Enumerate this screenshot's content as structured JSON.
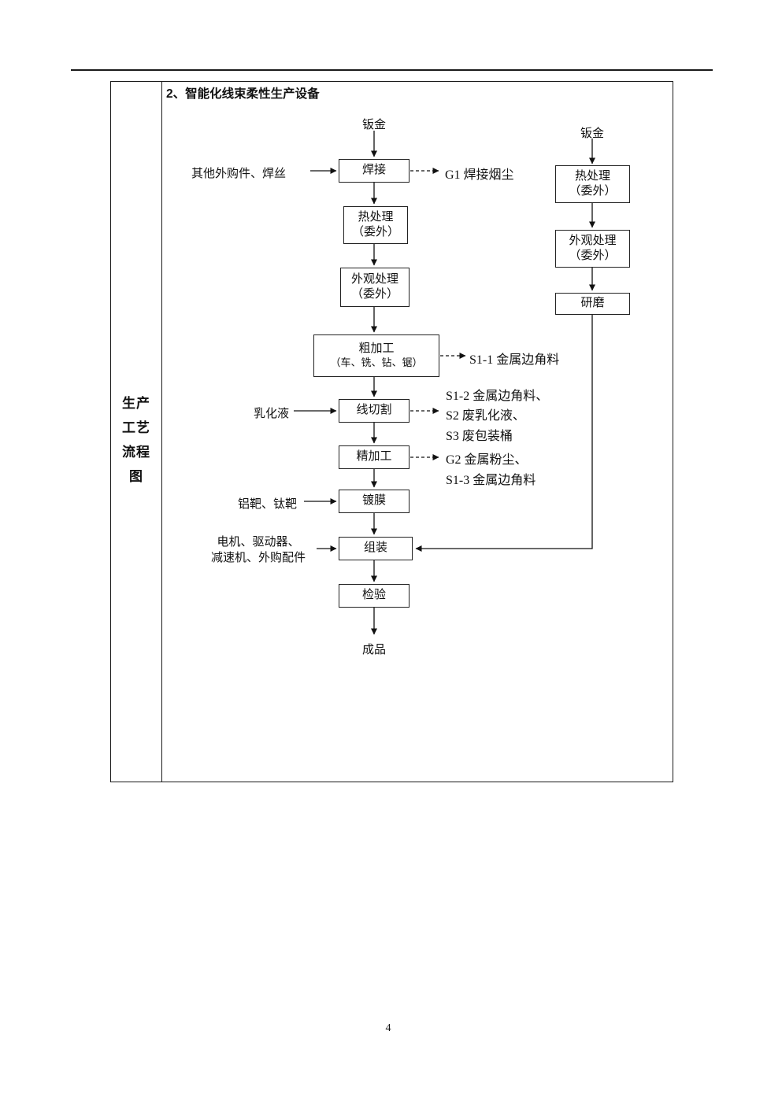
{
  "page": {
    "number": "4"
  },
  "table": {
    "row_label_lines": [
      "生产",
      "工艺",
      "流程",
      "图"
    ]
  },
  "flow": {
    "title": "2、智能化线束柔性生产设备",
    "main": {
      "top_input": "钣金",
      "weld": "焊接",
      "weld_input": "其他外购件、焊丝",
      "weld_emission": "G1 焊接烟尘",
      "heat": [
        "热处理",
        "（委外）"
      ],
      "surface": [
        "外观处理",
        "（委外）"
      ],
      "rough": [
        "粗加工",
        "（车、铣、钻、锯）"
      ],
      "rough_emission": "S1-1 金属边角料",
      "wirecut": "线切割",
      "wirecut_input": "乳化液",
      "wirecut_emissions": [
        "S1-2 金属边角料、",
        "S2 废乳化液、",
        "S3 废包装桶"
      ],
      "fine": "精加工",
      "fine_emissions": [
        "G2 金属粉尘、",
        "S1-3 金属边角料"
      ],
      "coating": "镀膜",
      "coating_input": "铝靶、钛靶",
      "assembly": "组装",
      "assembly_inputs": [
        "电机、驱动器、",
        "减速机、外购配件"
      ],
      "inspection": "检验",
      "product": "成品"
    },
    "right": {
      "top_input": "钣金",
      "heat": [
        "热处理",
        "（委外）"
      ],
      "surface": [
        "外观处理",
        "（委外）"
      ],
      "grind": "研磨"
    }
  }
}
